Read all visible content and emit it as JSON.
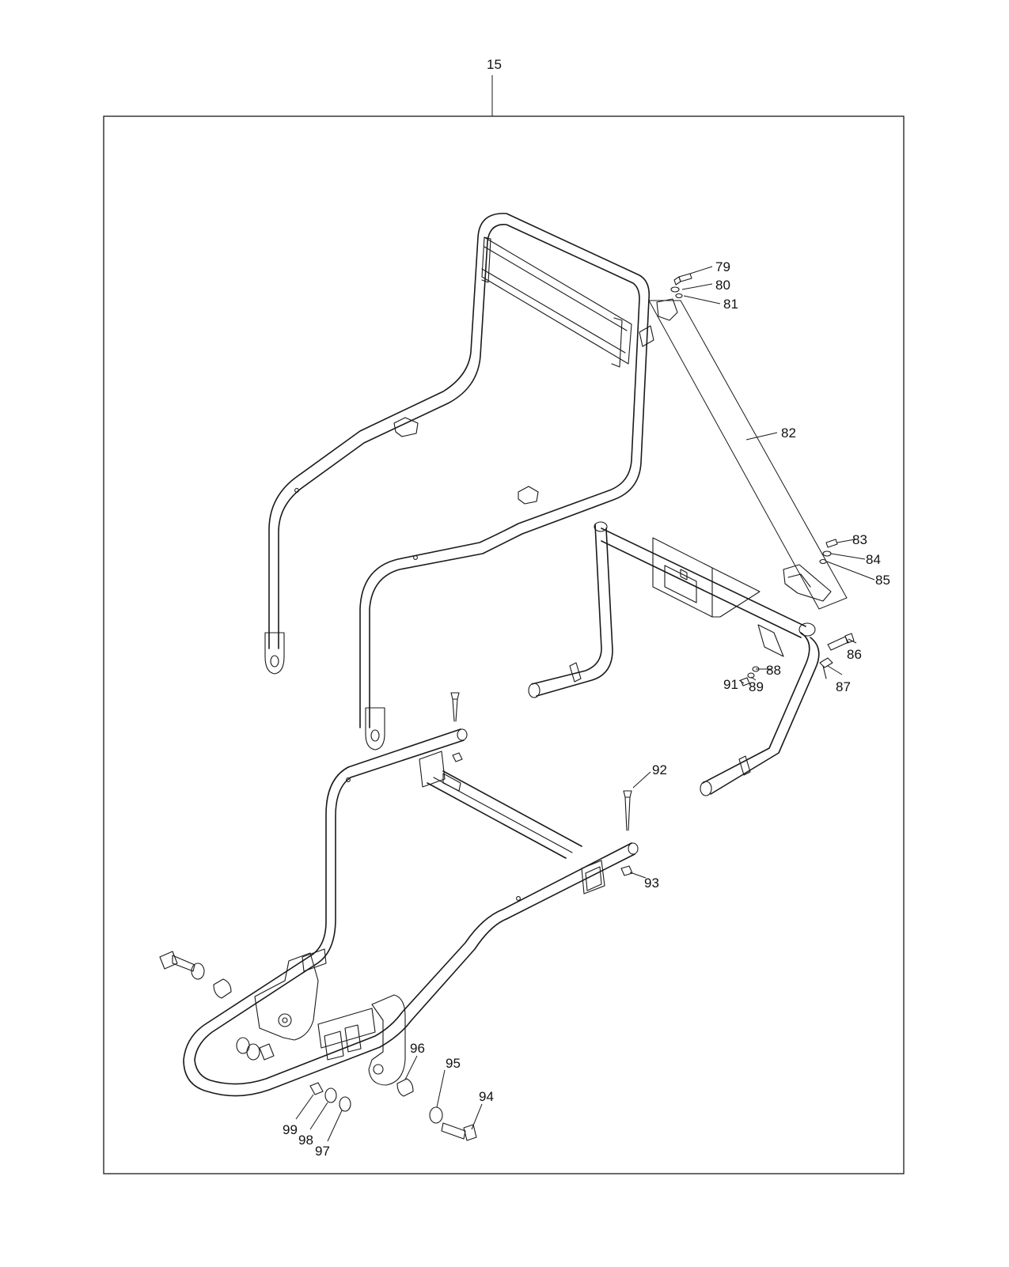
{
  "assembly": {
    "number": "15"
  },
  "callouts": [
    {
      "id": "79",
      "text": "79"
    },
    {
      "id": "80",
      "text": "80"
    },
    {
      "id": "81",
      "text": "81"
    },
    {
      "id": "82",
      "text": "82"
    },
    {
      "id": "83",
      "text": "83"
    },
    {
      "id": "84",
      "text": "84"
    },
    {
      "id": "85",
      "text": "85"
    },
    {
      "id": "86",
      "text": "86"
    },
    {
      "id": "87",
      "text": "87"
    },
    {
      "id": "88",
      "text": "88"
    },
    {
      "id": "89",
      "text": "89"
    },
    {
      "id": "91",
      "text": "91"
    },
    {
      "id": "92",
      "text": "92"
    },
    {
      "id": "93",
      "text": "93"
    },
    {
      "id": "94",
      "text": "94"
    },
    {
      "id": "95",
      "text": "95"
    },
    {
      "id": "96",
      "text": "96"
    },
    {
      "id": "97",
      "text": "97"
    },
    {
      "id": "98",
      "text": "98"
    },
    {
      "id": "99",
      "text": "99"
    }
  ],
  "colors": {
    "line": "#1a1a1a",
    "background": "#ffffff"
  }
}
